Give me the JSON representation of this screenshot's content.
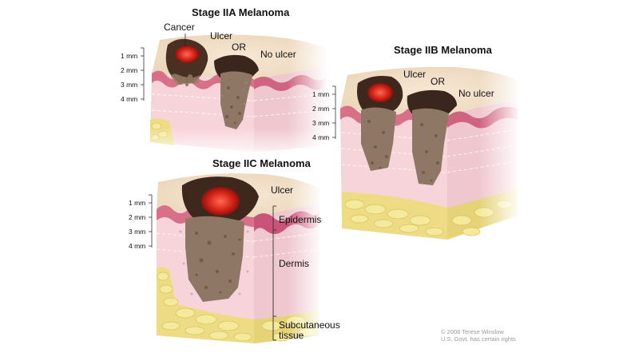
{
  "panels": {
    "iia": {
      "title": "Stage IIA Melanoma",
      "labels": {
        "cancer": "Cancer",
        "ulcer": "Ulcer",
        "or": "OR",
        "no_ulcer": "No ulcer"
      },
      "depth_scale": [
        "1 mm",
        "2 mm",
        "3 mm",
        "4 mm"
      ]
    },
    "iib": {
      "title": "Stage IIB Melanoma",
      "labels": {
        "ulcer": "Ulcer",
        "or": "OR",
        "no_ulcer": "No ulcer"
      },
      "depth_scale": [
        "1 mm",
        "2 mm",
        "3 mm",
        "4 mm"
      ]
    },
    "iic": {
      "title": "Stage IIC Melanoma",
      "labels": {
        "ulcer": "Ulcer",
        "epidermis": "Epidermis",
        "dermis": "Dermis",
        "subcutaneous": "Subcutaneous",
        "tissue": "tissue"
      },
      "depth_scale": [
        "1 mm",
        "2 mm",
        "3 mm",
        "4 mm"
      ]
    }
  },
  "credit": {
    "line1": "© 2008 Terese Winslow",
    "line2": "U.S. Govt. has certain rights"
  },
  "colors": {
    "dermis": "#f6d2d8",
    "epidermis": "#d86e86",
    "skin_surface": "#f1ddc4",
    "fat": "#eee08e",
    "tumor": "#8c7660",
    "ulcer": "#d02818"
  }
}
